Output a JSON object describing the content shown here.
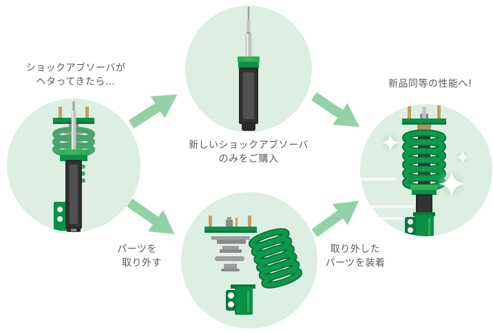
{
  "colors": {
    "circle_bg": "#ddeee3",
    "arrow": "#93d2a6",
    "green": "#0a9147",
    "green_dark": "#077a3b",
    "green_light": "#2eb158",
    "green_lighter": "#3db55e",
    "green_new": "#0c9a4a",
    "green_new_dark": "#066f36",
    "green_worn": "#4da26c",
    "dark": "#333333",
    "dark2": "#2b2b2b",
    "panel": "#515151",
    "silver": "#c3c3c3",
    "silver_hi": "#eaeaea",
    "silver_dark": "#9e9e9e",
    "gray": "#9e9e9e",
    "gray_dark": "#8a8a8a",
    "tan": "#c79d62",
    "tan_dark": "#b98d55",
    "text": "#5a5a5a",
    "sparkle": "#ffffff"
  },
  "labels": {
    "worn": {
      "line1": "ショックアブソーバが",
      "line2": "ヘタってきたら…"
    },
    "buy": {
      "line1": "新しいショックアブソーバ",
      "line2": "のみをご購入"
    },
    "result": {
      "line1": "新品同等の性能へ!"
    },
    "remove": {
      "line1": "パーツを",
      "line2": "取り外す"
    },
    "attach": {
      "line1": "取り外した",
      "line2": "パーツを装着"
    }
  },
  "icons": {
    "arrows": [
      {
        "name": "arrow-left-to-top-icon",
        "direction": "up-right"
      },
      {
        "name": "arrow-top-to-right-icon",
        "direction": "down-right"
      },
      {
        "name": "arrow-left-to-bottom-icon",
        "direction": "down-right"
      },
      {
        "name": "arrow-bottom-to-right-icon",
        "direction": "up-right"
      }
    ],
    "illustrations": [
      "worn-coilover-illustration",
      "new-shock-absorber-illustration",
      "disassembled-parts-illustration",
      "restored-coilover-illustration"
    ],
    "sparkle_count": 3
  }
}
